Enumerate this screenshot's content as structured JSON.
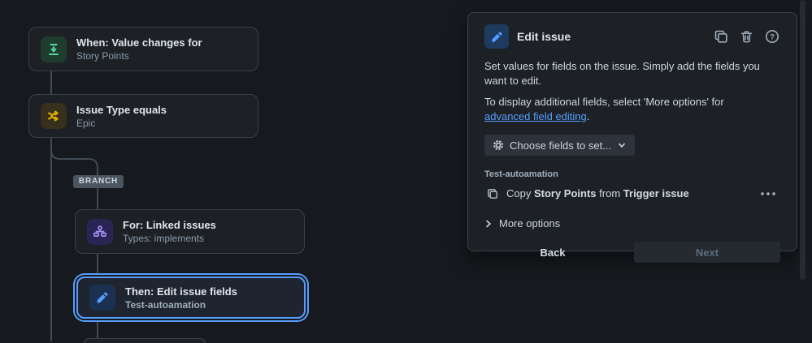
{
  "colors": {
    "accent_blue": "#579dff",
    "trigger_green": "#57d9a3",
    "condition_yellow": "#e2b203",
    "branch_purple": "#9f8fef",
    "canvas_bg": "#16191d",
    "surface_bg": "#1d2125"
  },
  "flow": {
    "branch_label": "BRANCH",
    "nodes": [
      {
        "title": "When: Value changes for",
        "subtitle": "Story Points",
        "icon": "value-changes-icon"
      },
      {
        "title": "Issue Type equals",
        "subtitle": "Epic",
        "icon": "shuffle-icon"
      },
      {
        "title": "For: Linked issues",
        "subtitle": "Types: implements",
        "icon": "sitemap-icon"
      },
      {
        "title": "Then: Edit issue fields",
        "subtitle": "Test-autoamation",
        "icon": "pencil-icon"
      }
    ]
  },
  "panel": {
    "title": "Edit issue",
    "header_icon": "pencil-icon",
    "header_actions": [
      "duplicate-icon",
      "trash-icon",
      "help-icon"
    ],
    "description": "Set values for fields on the issue. Simply add the fields you want to edit.",
    "additional_pre": "To display additional fields, select 'More options' for ",
    "additional_link": "advanced field editing",
    "additional_post": ".",
    "choose_fields_label": "Choose fields to set...",
    "choose_fields_icons": [
      "gear-icon",
      "chevron-down-icon"
    ],
    "rule_name_label": "Test-autoamation",
    "action_row": {
      "icon": "copy-icon",
      "prefix": "Copy ",
      "field": "Story Points",
      "mid": " from ",
      "source": "Trigger issue",
      "menu_icon": "ellipsis-icon"
    },
    "more_options_label": "More options",
    "back_label": "Back",
    "next_label": "Next"
  }
}
